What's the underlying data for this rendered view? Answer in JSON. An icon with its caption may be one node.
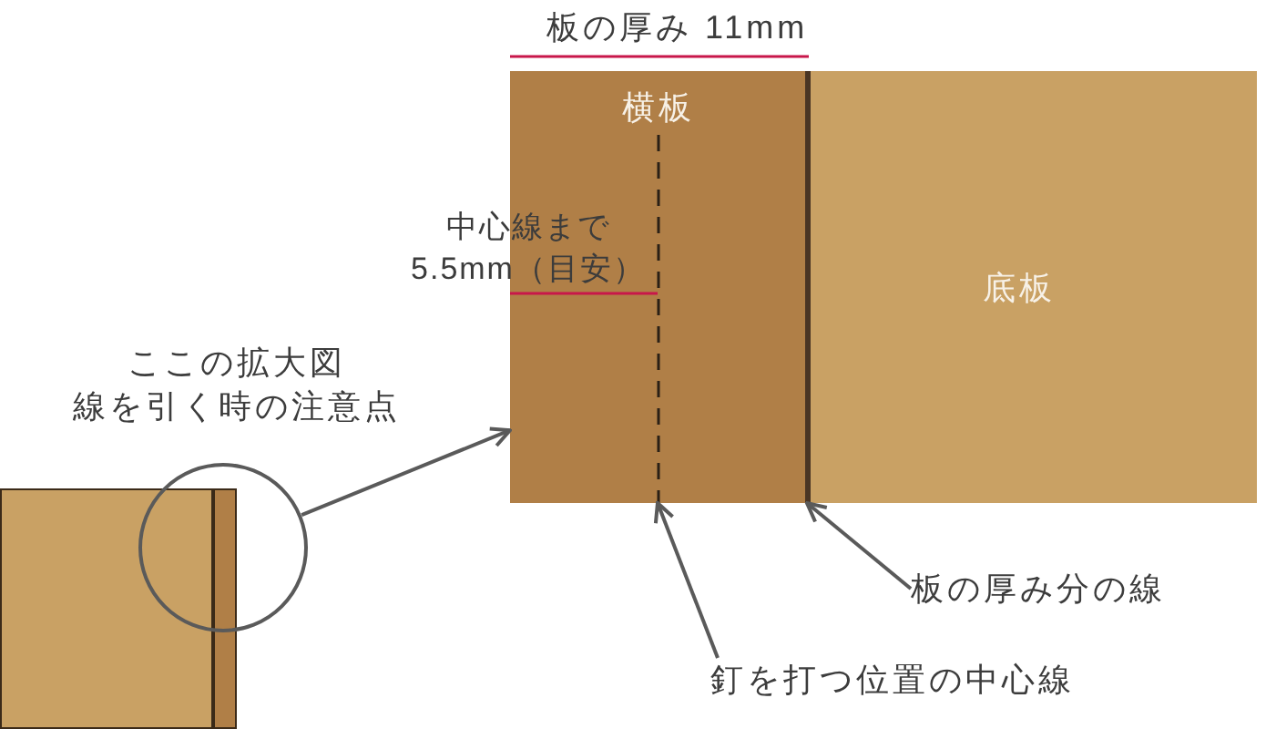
{
  "diagram": {
    "nodes": [
      {
        "text": [
          "横板"
        ]
      },
      {
        "text": [
          "底板"
        ]
      },
      {
        "text": [],
        "shape": "line",
        "in": 0
      },
      {
        "text": [],
        "shape": "line"
      },
      {
        "text": [],
        "shape": "box"
      },
      {
        "text": [],
        "shape": "box"
      },
      {
        "text": [],
        "shape": "circle"
      },
      {
        "text": [
          "板の厚み分の線"
        ]
      },
      {
        "text": [
          "釘を打つ位置の中心線"
        ]
      }
    ],
    "edges": [
      {
        "from": 6,
        "to": 0,
        "arrow": "to"
      },
      {
        "from": 7,
        "to": 3,
        "arrow": "to"
      },
      {
        "from": 8,
        "to": 2,
        "arrow": "to"
      }
    ],
    "labels": [
      "板の厚み 11mm",
      "中心線まで5.5mm（目安）",
      "ここの拡大図線を引く時の注意点"
    ]
  }
}
